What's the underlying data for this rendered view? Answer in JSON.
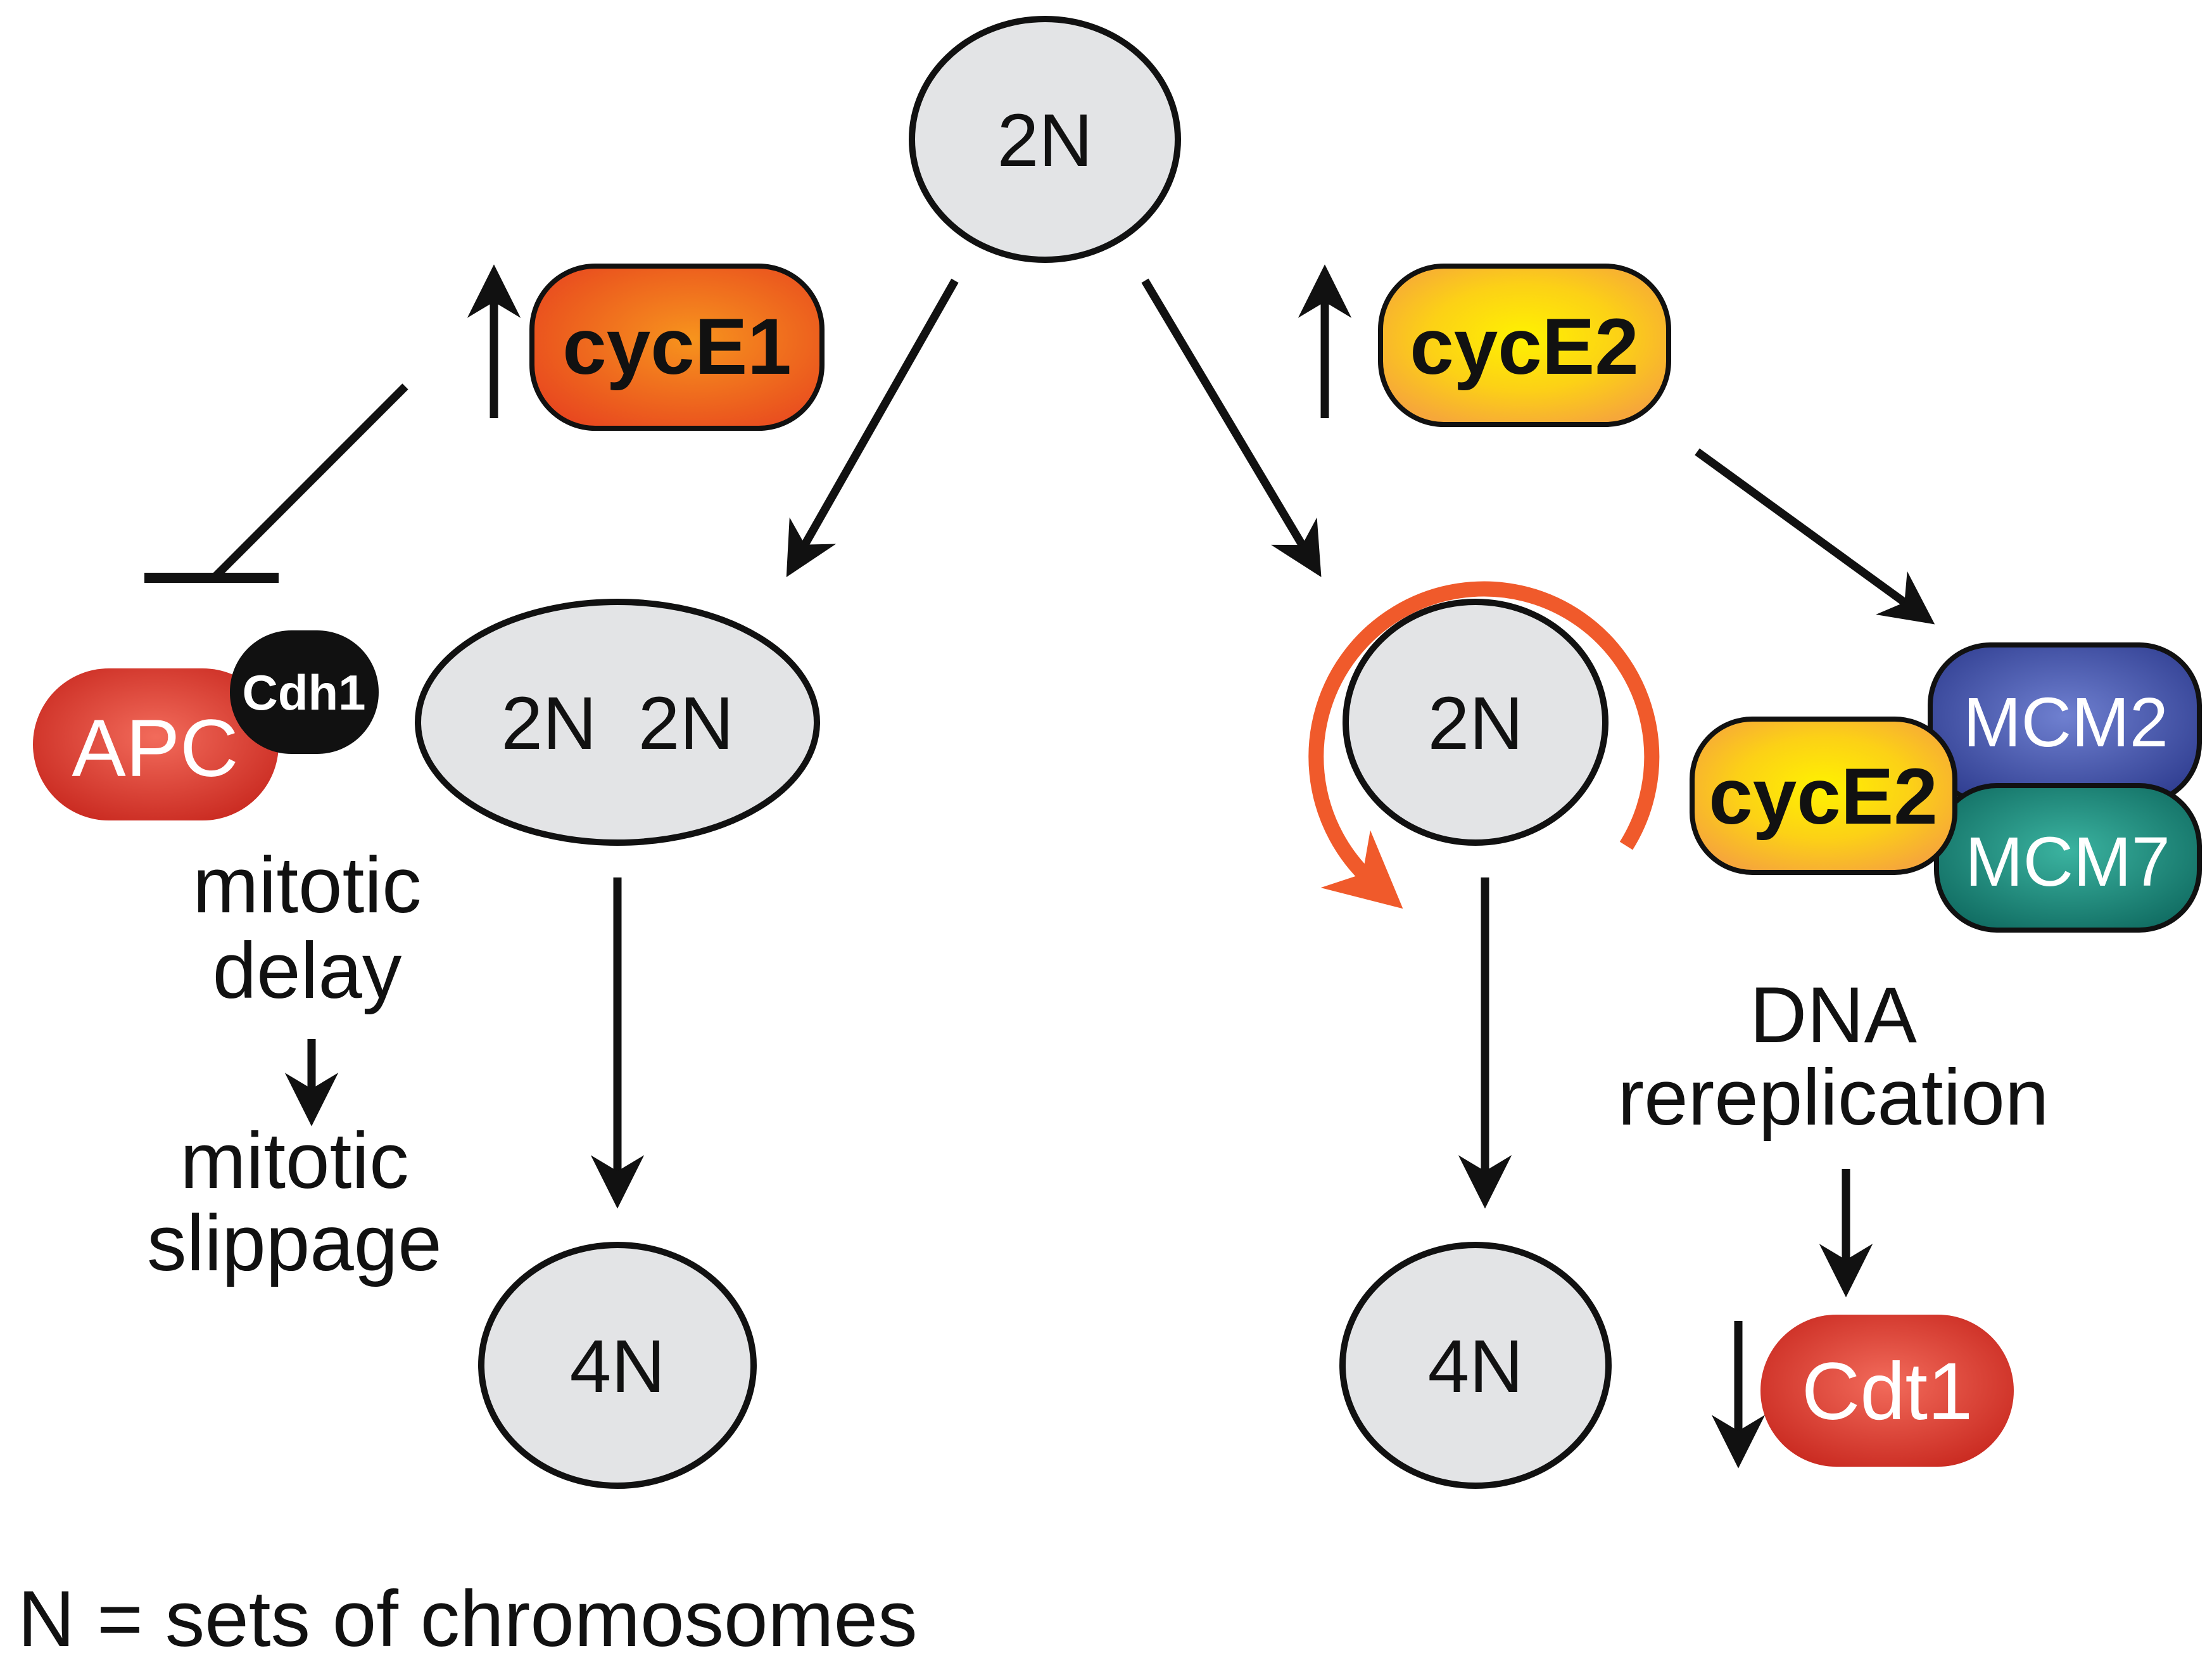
{
  "nodes": {
    "top": "2N",
    "left_middle": "2N  2N",
    "left_bottom": "4N",
    "right_middle": "2N",
    "right_bottom": "4N"
  },
  "proteins": {
    "cyce1": "cycE1",
    "cyce2_top": "cycE2",
    "apc": "APC",
    "cdh1": "Cdh1",
    "cyce2_complex": "cycE2",
    "mcm2": "MCM2",
    "mcm7": "MCM7",
    "cdt1": "Cdt1"
  },
  "labels": {
    "mitotic_delay_line1": "mitotic",
    "mitotic_delay_line2": "delay",
    "mitotic_slippage_line1": "mitotic",
    "mitotic_slippage_line2": "slippage",
    "dna_line1": "DNA",
    "dna_line2": "rereplication",
    "legend": "N = sets of chromosomes"
  },
  "colors": {
    "node_fill": "#e3e4e6",
    "outline": "#111111",
    "cyce1": "#ef5a24",
    "cyce2_center": "#fff200",
    "cyce2_edge": "#f6a73a",
    "apc_red": "#d73a2e",
    "cdt1_red": "#d73a2e",
    "mcm2_blue": "#3f52a5",
    "mcm7_teal": "#18877a",
    "rereplication_arrow": "#f05a2b"
  }
}
